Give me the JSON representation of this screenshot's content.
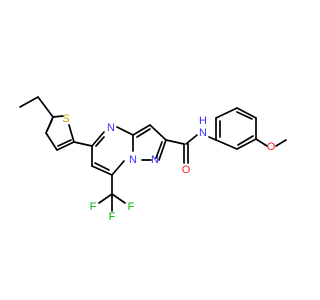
{
  "colors": {
    "N": "#3333ff",
    "O": "#ff2020",
    "S": "#c8a000",
    "F": "#00b800",
    "bond": "#000000",
    "background": "#ffffff"
  },
  "atoms": [
    {
      "id": "n_ring_top",
      "symbol": "N",
      "text": "N"
    },
    {
      "id": "n_bridge",
      "symbol": "N",
      "text": "N"
    },
    {
      "id": "n_pyrazole",
      "symbol": "N",
      "text": "N"
    },
    {
      "id": "s_thiophene",
      "symbol": "S",
      "text": "S"
    },
    {
      "id": "o_carbonyl",
      "symbol": "O",
      "text": "O"
    },
    {
      "id": "nh_amide",
      "symbol": "N",
      "text": "N"
    },
    {
      "id": "h_amide",
      "symbol": "H",
      "text": "H"
    },
    {
      "id": "o_methoxy",
      "symbol": "O",
      "text": "O"
    },
    {
      "id": "f1",
      "symbol": "F",
      "text": "F"
    },
    {
      "id": "f2",
      "symbol": "F",
      "text": "F"
    },
    {
      "id": "f3",
      "symbol": "F",
      "text": "F"
    }
  ]
}
